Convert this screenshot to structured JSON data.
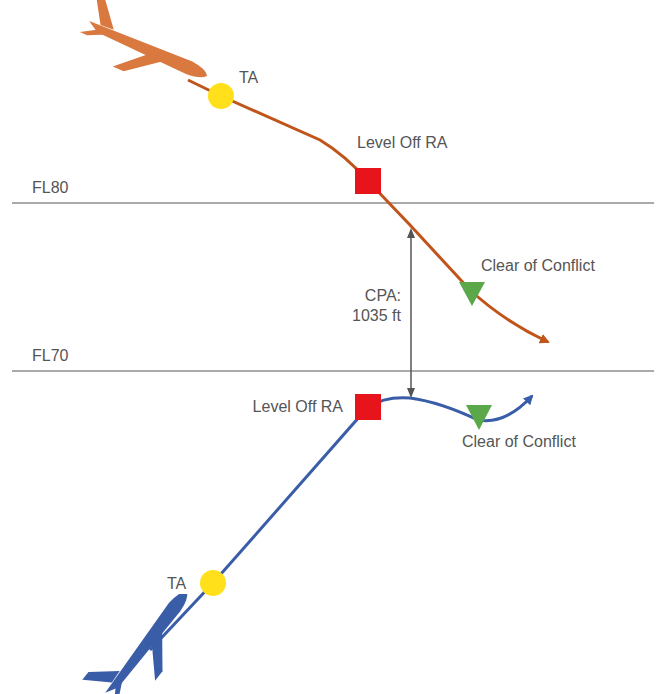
{
  "diagram": {
    "labels": [
      "TA",
      "Level Off RA",
      "FL80",
      "Clear of Conflict",
      "CPA: 1035 ft",
      "FL70",
      "Level Off RA",
      "Clear of Conflict",
      "TA"
    ]
  }
}
